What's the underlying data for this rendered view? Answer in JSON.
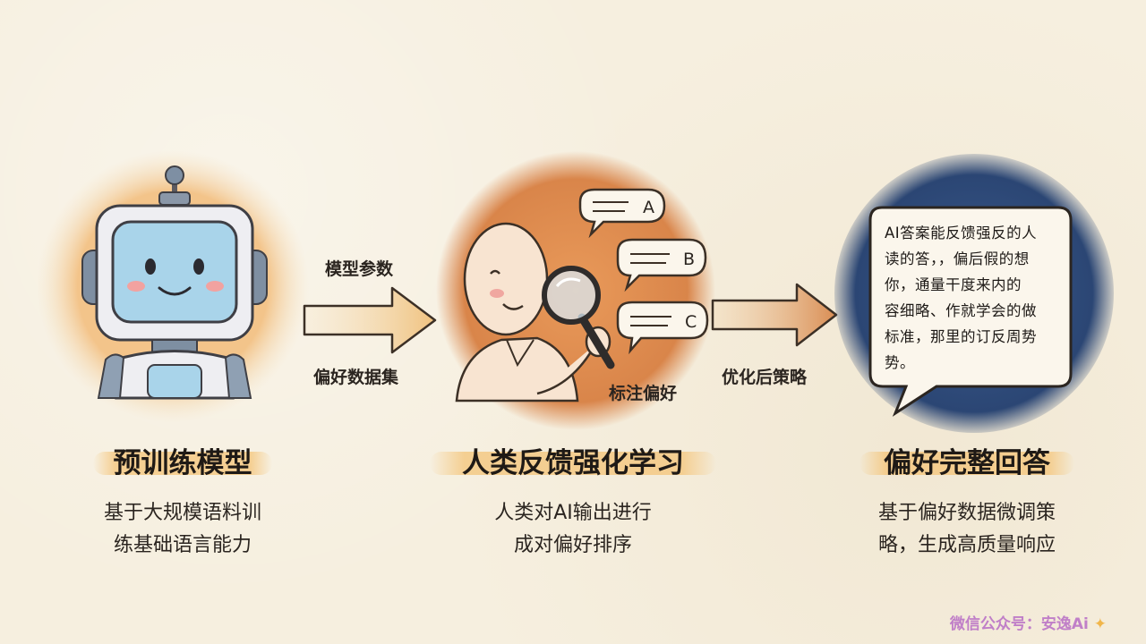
{
  "stages": [
    {
      "title": "预训练模型",
      "description": [
        "基于大规模语料训",
        "练基础语言能力"
      ]
    },
    {
      "title": "人类反馈强化学习",
      "description": [
        "人类对AI输出进行",
        "成对偏好排序"
      ],
      "annotation": "标注偏好",
      "options": [
        "A",
        "B",
        "C"
      ]
    },
    {
      "title": "偏好完整回答",
      "description": [
        "基于偏好数据微调策",
        "略，生成高质量响应"
      ],
      "bubble_text": [
        "AI答案能反馈强反的人",
        "读的答，，偏后假的想",
        "你，通量干度来内的",
        "容细略、作就学会的做",
        "标准，那里的订反周势",
        "势。"
      ]
    }
  ],
  "arrows": [
    {
      "label_top": "模型参数",
      "label_bottom": "偏好数据集"
    },
    {
      "label_bottom": "优化后策略"
    }
  ],
  "footer": {
    "brand": "微信公众号：安逸Ai"
  },
  "colors": {
    "orange_light": "#f3c98f",
    "orange_deep": "#d98a4c",
    "navy": "#2c4a7a",
    "robot_screen": "#a9d4ea"
  }
}
